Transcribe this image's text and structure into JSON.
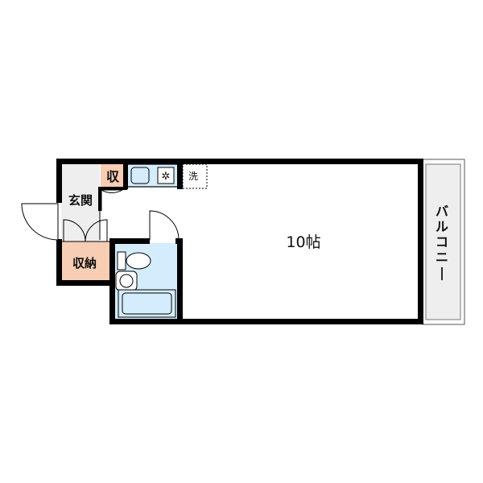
{
  "rooms": {
    "main": "10帖",
    "entrance": "玄関",
    "storage": "収納",
    "closet": "収",
    "washer": "洗",
    "balcony": "バルコニー"
  },
  "icons": {
    "stove": "stove-icon",
    "sink": "sink-icon",
    "toilet": "toilet-icon",
    "wash_basin": "wash-basin-icon",
    "bathtub": "bathtub-icon"
  },
  "colors": {
    "wall": "#000000",
    "storage_fill": "#f7cdb4",
    "wet_area_fill": "#d4ecfb",
    "entrance_fill": "#eeeeee",
    "balcony_fill": "#eeeeee"
  }
}
